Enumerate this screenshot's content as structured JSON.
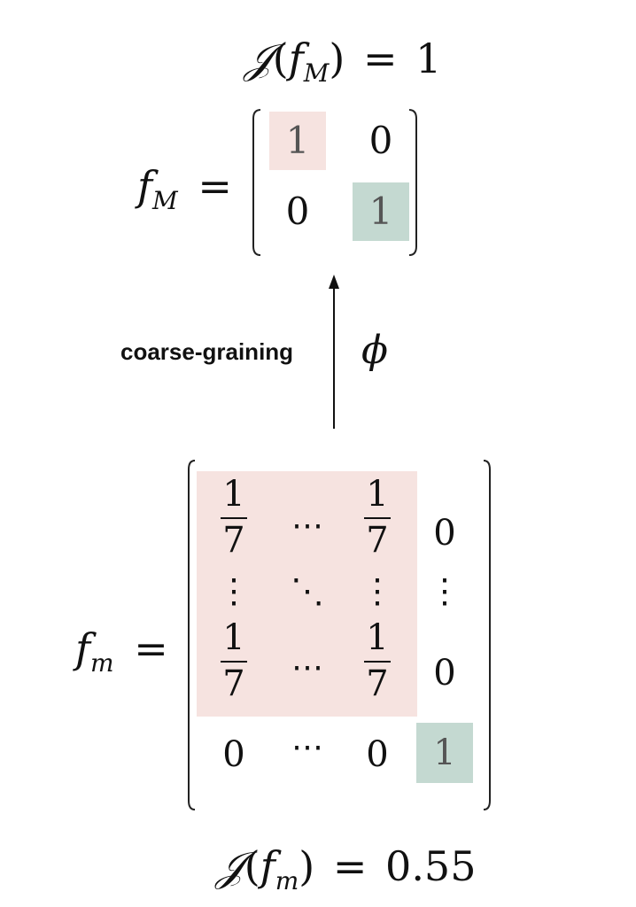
{
  "top_equation": {
    "func": "𝒥",
    "open": "(",
    "var": "f",
    "sub": "M",
    "close": ")",
    "equals": "=",
    "value": "1"
  },
  "macro_matrix": {
    "lhs_var": "f",
    "lhs_sub": "M",
    "equals": "=",
    "rows": [
      [
        "1",
        "0"
      ],
      [
        "0",
        "1"
      ]
    ],
    "highlight_pink": "#f6e3e0",
    "highlight_green": "#c4d9d1"
  },
  "map": {
    "label": "coarse-graining",
    "symbol": "ϕ"
  },
  "micro_matrix": {
    "lhs_var": "f",
    "lhs_sub": "m",
    "equals": "=",
    "frac_num": "1",
    "frac_den": "7",
    "zero": "0",
    "one": "1",
    "hdots": "⋯",
    "vdots": "⋮",
    "ddots": "⋱",
    "highlight_pink": "#f6e3e0",
    "highlight_green": "#c4d9d1"
  },
  "bottom_equation": {
    "func": "𝒥",
    "open": "(",
    "var": "f",
    "sub": "m",
    "close": ")",
    "equals": "=",
    "value": "0.55"
  }
}
